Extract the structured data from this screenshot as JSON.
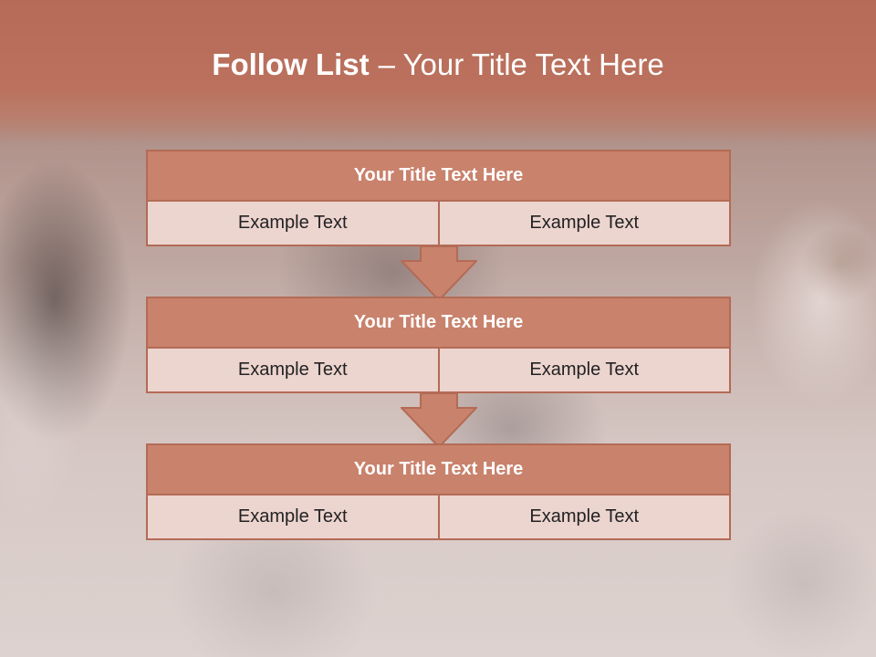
{
  "slide": {
    "title_bold": "Follow List",
    "title_rest": "– Your Title Text Here"
  },
  "blocks": [
    {
      "title": "Your Title Text Here",
      "left": "Example Text",
      "right": "Example Text"
    },
    {
      "title": "Your Title Text Here",
      "left": "Example Text",
      "right": "Example Text"
    },
    {
      "title": "Your Title Text Here",
      "left": "Example Text",
      "right": "Example Text"
    }
  ],
  "colors": {
    "header": "#b56b58",
    "block_title_fill": "#c9826c",
    "block_border": "#b36b56",
    "cell_fill": "#ecd4cf",
    "arrow_fill": "#c9826c"
  }
}
